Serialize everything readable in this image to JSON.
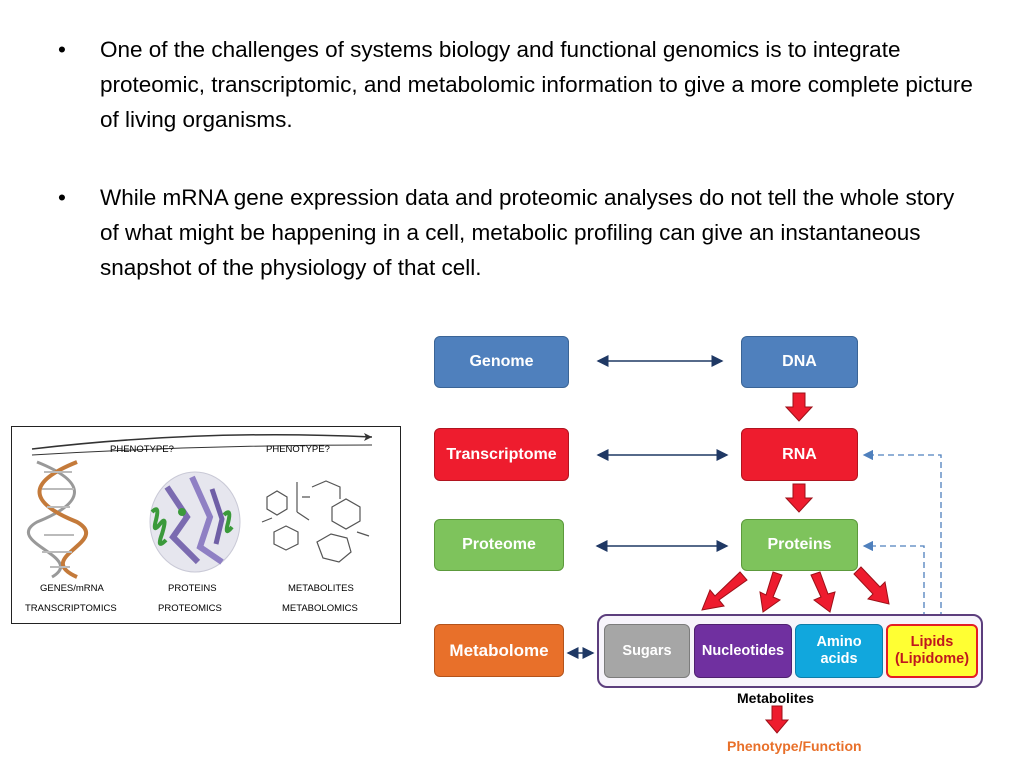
{
  "bullets": [
    "One of the challenges of systems biology and functional genomics is to integrate proteomic, transcriptomic, and metabolomic information to give a more complete picture of living organisms.",
    "While mRNA gene expression data and proteomic analyses do not tell the whole story of what might be happening in a cell, metabolic profiling can give an instantaneous snapshot of the physiology of that cell."
  ],
  "bullet_symbol": "•",
  "figure": {
    "phenotype_left": "PHENOTYPE?",
    "phenotype_right": "PHENOTYPE?",
    "col1_line1": "GENES/mRNA",
    "col1_line2": "TRANSCRIPTOMICS",
    "col2_line1": "PROTEINS",
    "col2_line2": "PROTEOMICS",
    "col3_line1": "METABOLITES",
    "col3_line2": "METABOLOMICS"
  },
  "diagram": {
    "left": [
      "Genome",
      "Transcriptome",
      "Proteome",
      "Metabolome"
    ],
    "right": [
      "DNA",
      "RNA",
      "Proteins"
    ],
    "metabolites": {
      "sugars": "Sugars",
      "nucleotides": "Nucleotides",
      "amino_line1": "Amino",
      "amino_line2": "acids",
      "lipids_line1": "Lipids",
      "lipids_line2": "(Lipidome)"
    },
    "metabolites_label": "Metabolites",
    "phenotype_label": "Phenotype/Function"
  },
  "colors": {
    "blue": "#4f80bd",
    "red": "#ee1c2e",
    "green": "#7ec35c",
    "orange": "#e8702a",
    "purple_border": "#5c3e7d",
    "dark_arrow": "#1f3864",
    "dashed": "#4f80bd",
    "phenotype_text": "#e8702a"
  }
}
